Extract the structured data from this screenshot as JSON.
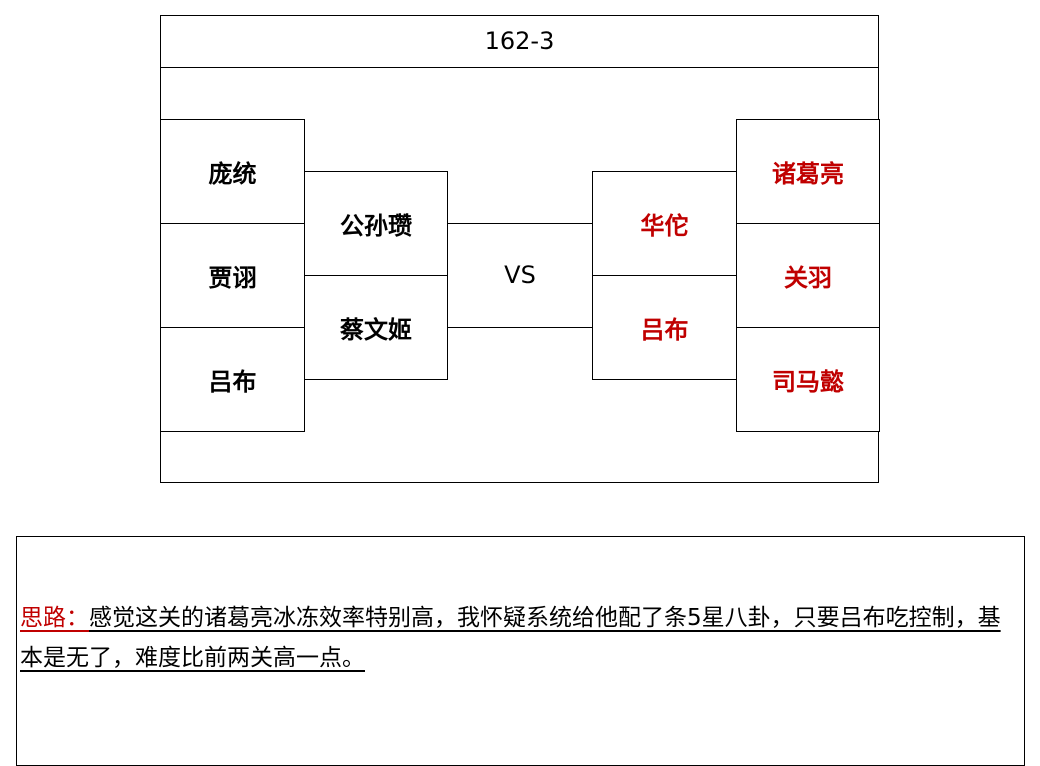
{
  "title": "162-3",
  "left_team": {
    "outer": [
      "庞统",
      "贾诩",
      "吕布"
    ],
    "inner": [
      "公孙瓒",
      "蔡文姬"
    ]
  },
  "vs": "VS",
  "right_team": {
    "inner": [
      "华佗",
      "吕布"
    ],
    "outer": [
      "诸葛亮",
      "关羽",
      "司马懿"
    ]
  },
  "colors": {
    "enemy": "#c00000",
    "ally": "#000000"
  },
  "note": {
    "label": "思路：",
    "text": "感觉这关的诸葛亮冰冻效率特别高，我怀疑系统给他配了条5星八卦，只要吕布吃控制，基本是无了，难度比前两关高一点。"
  }
}
